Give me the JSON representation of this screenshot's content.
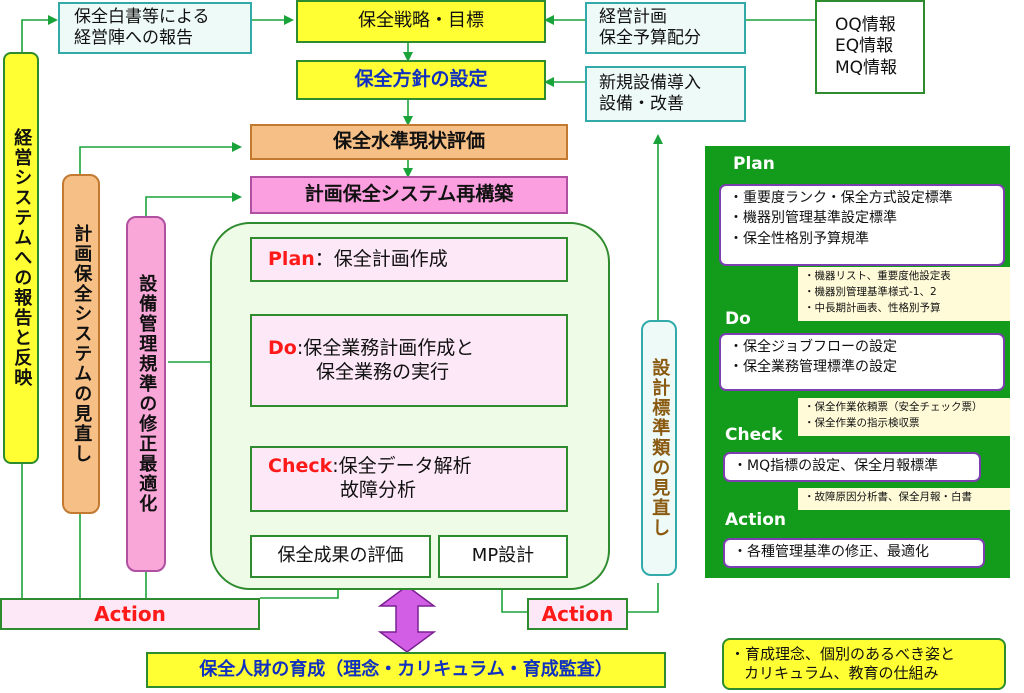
{
  "top": {
    "report": [
      "保全白書等による",
      "経営陣への報告"
    ],
    "strategy": "保全戦略・目標",
    "business_plan": [
      "経営計画",
      "保全予算配分"
    ],
    "info": [
      "OQ情報",
      "EQ情報",
      "MQ情報"
    ],
    "policy": "保全方針の設定",
    "new_equipment": [
      "新規設備導入",
      "設備・改善"
    ],
    "evaluation": "保全水準現状評価",
    "rebuild": "計画保全システム再構築"
  },
  "side": {
    "management_feedback": "経営システムへの報告と反映",
    "system_review": "計画保全システムの見直し",
    "standard_revision": "設備管理規準の修正最適化",
    "design_review": "設計標準類の見直し"
  },
  "cycle": {
    "plan_key": "Plan",
    "plan_text": "：保全計画作成",
    "do_key": "Do",
    "do_line1": ":保全業務計画作成と",
    "do_line2": "保全業務の実行",
    "check_key": "Check",
    "check_line1": ":保全データ解析",
    "check_line2": "故障分析",
    "result_eval": "保全成果の評価",
    "mp_design": "MP設計"
  },
  "actions": {
    "left": "Action",
    "right": "Action"
  },
  "bottom": {
    "training": "保全人財の育成（理念・カリキュラム・育成監査）",
    "training_note": [
      "・育成理念、個別のあるべき姿と",
      "カリキュラム、教育の仕組み"
    ]
  },
  "panel": {
    "plan_title": "Plan",
    "plan_items": [
      "・重要度ランク・保全方式設定標準",
      "・機器別管理基準設定標準",
      "・保全性格別予算規準"
    ],
    "plan_docs": [
      "・機器リスト、重要度他設定表",
      "・機器別管理基準様式-1、2",
      "・中長期計画表、性格別予算"
    ],
    "do_title": "Do",
    "do_items": [
      "・保全ジョブフローの設定",
      "・保全業務管理標準の設定"
    ],
    "do_docs": [
      "・保全作業依頼票（安全チェック票）",
      "・保全作業の指示検収票"
    ],
    "check_title": "Check",
    "check_items": [
      "・MQ指標の設定、保全月報標準"
    ],
    "check_docs": [
      "・故障原因分析書、保全月報・白書"
    ],
    "action_title": "Action",
    "action_items": [
      "・各種管理基準の修正、最適化"
    ]
  },
  "colors": {
    "yellow": "#ffff33",
    "green_panel": "#139c1c",
    "arrow_green": "#1aa33a",
    "action_red": "#ff1a1a",
    "title_blue": "#1030c0",
    "double_arrow": "#d35ee6"
  }
}
